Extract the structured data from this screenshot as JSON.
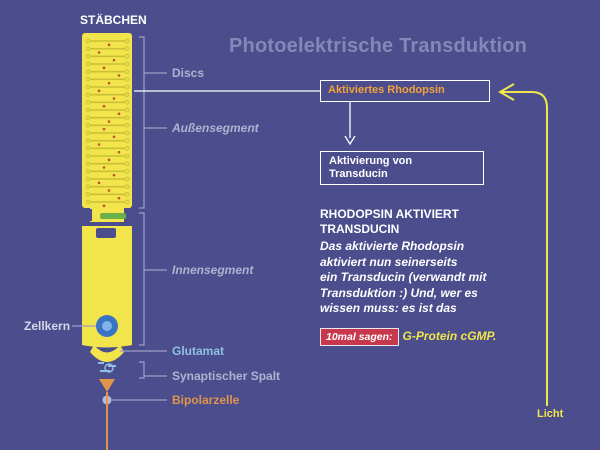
{
  "title": "Photoelektrische Transduktion",
  "rod": {
    "label": "STÄBCHEN"
  },
  "labels": {
    "discs": "Discs",
    "outer_segment": "Außensegment",
    "inner_segment": "Innensegment",
    "nucleus": "Zellkern",
    "glutamate": "Glutamat",
    "synaptic_cleft": "Synaptischer Spalt",
    "bipolar_cell": "Bipolarzelle",
    "light": "Licht"
  },
  "flow": {
    "box1": "Aktiviertes Rhodopsin",
    "box2_line1": "Aktivierung von",
    "box2_line2": "Transducin"
  },
  "explanation": {
    "heading_line1": "RHODOPSIN AKTIVIERT",
    "heading_line2": "TRANSDUCIN",
    "lines": [
      "Das aktivierte Rhodopsin",
      "aktiviert nun seinerseits",
      "ein Transducin (verwandt mit",
      "Transduktion :) Und, wer es",
      "wissen muss: es ist das"
    ],
    "badge": "10mal sagen:",
    "g_protein": "G-Protein cGMP."
  },
  "colors": {
    "background": "#4b4d8c",
    "rod_fill": "#f2e54b",
    "disc_line": "#c9bf36",
    "accent_orange": "#f2a23a",
    "light_yellow": "#f0e64a",
    "badge_red": "#c8384d",
    "glutamate_blue": "#8ec0e6",
    "bipolar_orange": "#e0954a",
    "nucleus_blue": "#3a73c4"
  }
}
